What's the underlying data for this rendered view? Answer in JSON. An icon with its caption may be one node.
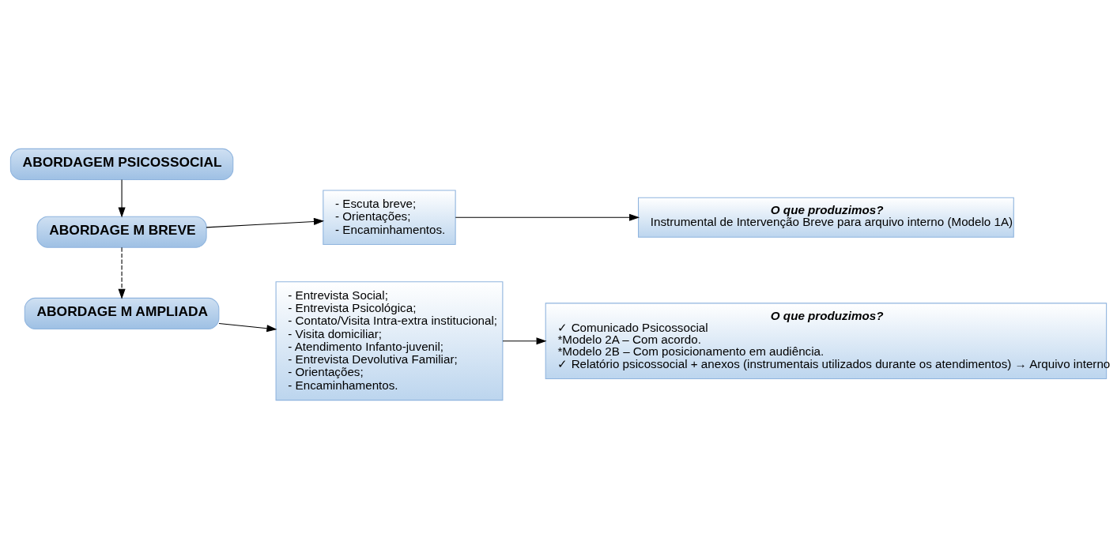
{
  "diagram": {
    "nodes": [
      {
        "text": [
          "ABORDAGEM PSICOSSOCIAL"
        ]
      },
      {
        "text": [
          "ABORDAGE M BREVE"
        ]
      },
      {
        "text": [
          "- Escuta breve;",
          "- Orientações;",
          "- Encaminhamentos."
        ]
      },
      {
        "text": [
          "O que produzimos?",
          "Instrumental de Intervenção Breve para arquivo interno (Modelo 1A)"
        ]
      },
      {
        "text": [
          "ABORDAGE M AMPLIADA"
        ]
      },
      {
        "text": [
          "- Entrevista Social;",
          "- Entrevista Psicológica;",
          "- Contato/Visita Intra-extra institucional;",
          "- Visita domiciliar;",
          "- Atendimento Infanto-juvenil;",
          "- Entrevista Devolutiva Familiar;",
          "- Orientações;",
          "- Encaminhamentos."
        ]
      },
      {
        "text": [
          "O que produzimos?",
          "✓ Comunicado Psicossocial",
          "*Modelo 2A – Com acordo.",
          "*Modelo 2B – Com posicionamento em audiência.",
          "✓ Relatório psicossocial + anexos (instrumentais utilizados durante os atendimentos) → Arquivo interno"
        ]
      }
    ],
    "edges": [
      {
        "from": 0,
        "to": 1,
        "arrow": "to"
      },
      {
        "from": 1,
        "to": 2,
        "arrow": "to"
      },
      {
        "from": 2,
        "to": 3,
        "arrow": "to"
      },
      {
        "from": 1,
        "to": 4,
        "arrow": "to",
        "style": "dashed"
      },
      {
        "from": 4,
        "to": 5,
        "arrow": "to"
      },
      {
        "from": 5,
        "to": 6,
        "arrow": "to"
      }
    ]
  }
}
